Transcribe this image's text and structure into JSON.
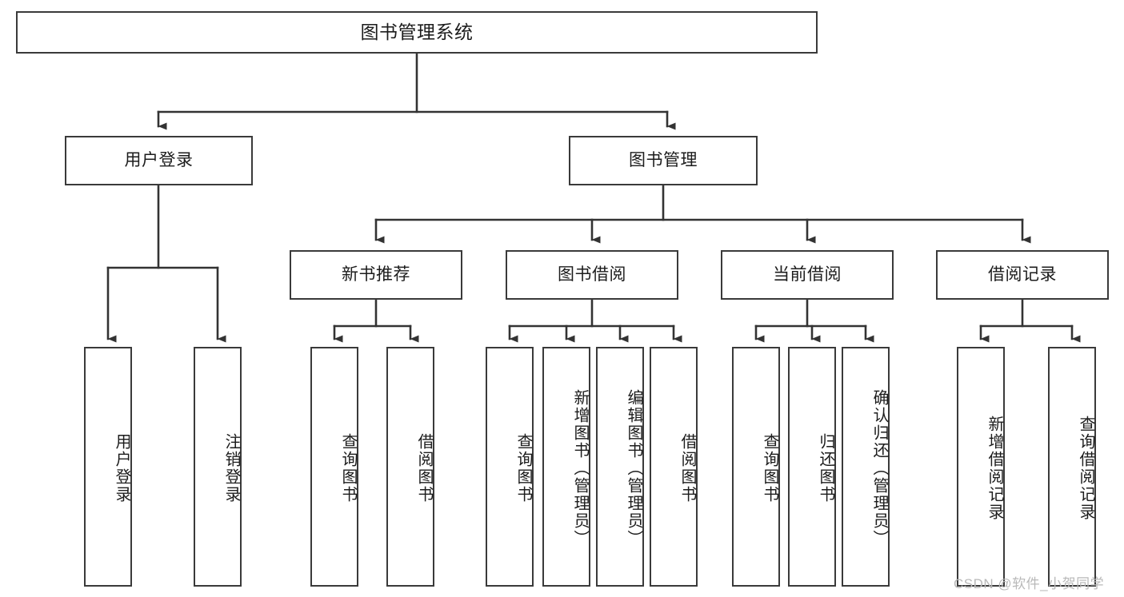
{
  "diagram": {
    "title": "图书管理系统",
    "type": "tree-hierarchy",
    "orientation": "top-down",
    "watermark": "CSDN @软件_小贺同学",
    "colors": {
      "box_border": "#3a3a3a",
      "box_fill": "#ffffff",
      "connector": "#333333",
      "text": "#1c1c1c",
      "watermark": "#b9b9b9",
      "background": "#ffffff"
    },
    "nodes": {
      "root": {
        "label": "图书管理系统"
      },
      "level2": [
        {
          "label": "用户登录"
        },
        {
          "label": "图书管理"
        }
      ],
      "level3": [
        {
          "label": "新书推荐"
        },
        {
          "label": "图书借阅"
        },
        {
          "label": "当前借阅"
        },
        {
          "label": "借阅记录"
        }
      ],
      "leaves": {
        "user_login": [
          {
            "label": "用户登录"
          },
          {
            "label": "注销登录"
          }
        ],
        "new_book_recommend": [
          {
            "label": "查询图书"
          },
          {
            "label": "借阅图书"
          }
        ],
        "book_borrow": [
          {
            "label": "查询图书"
          },
          {
            "label": "新增图书（管理员）"
          },
          {
            "label": "编辑图书（管理员）"
          },
          {
            "label": "借阅图书"
          }
        ],
        "current_borrow": [
          {
            "label": "查询图书"
          },
          {
            "label": "归还图书"
          },
          {
            "label": "确认归还（管理员）"
          }
        ],
        "borrow_record": [
          {
            "label": "新增借阅记录"
          },
          {
            "label": "查询借阅记录"
          }
        ]
      }
    }
  }
}
